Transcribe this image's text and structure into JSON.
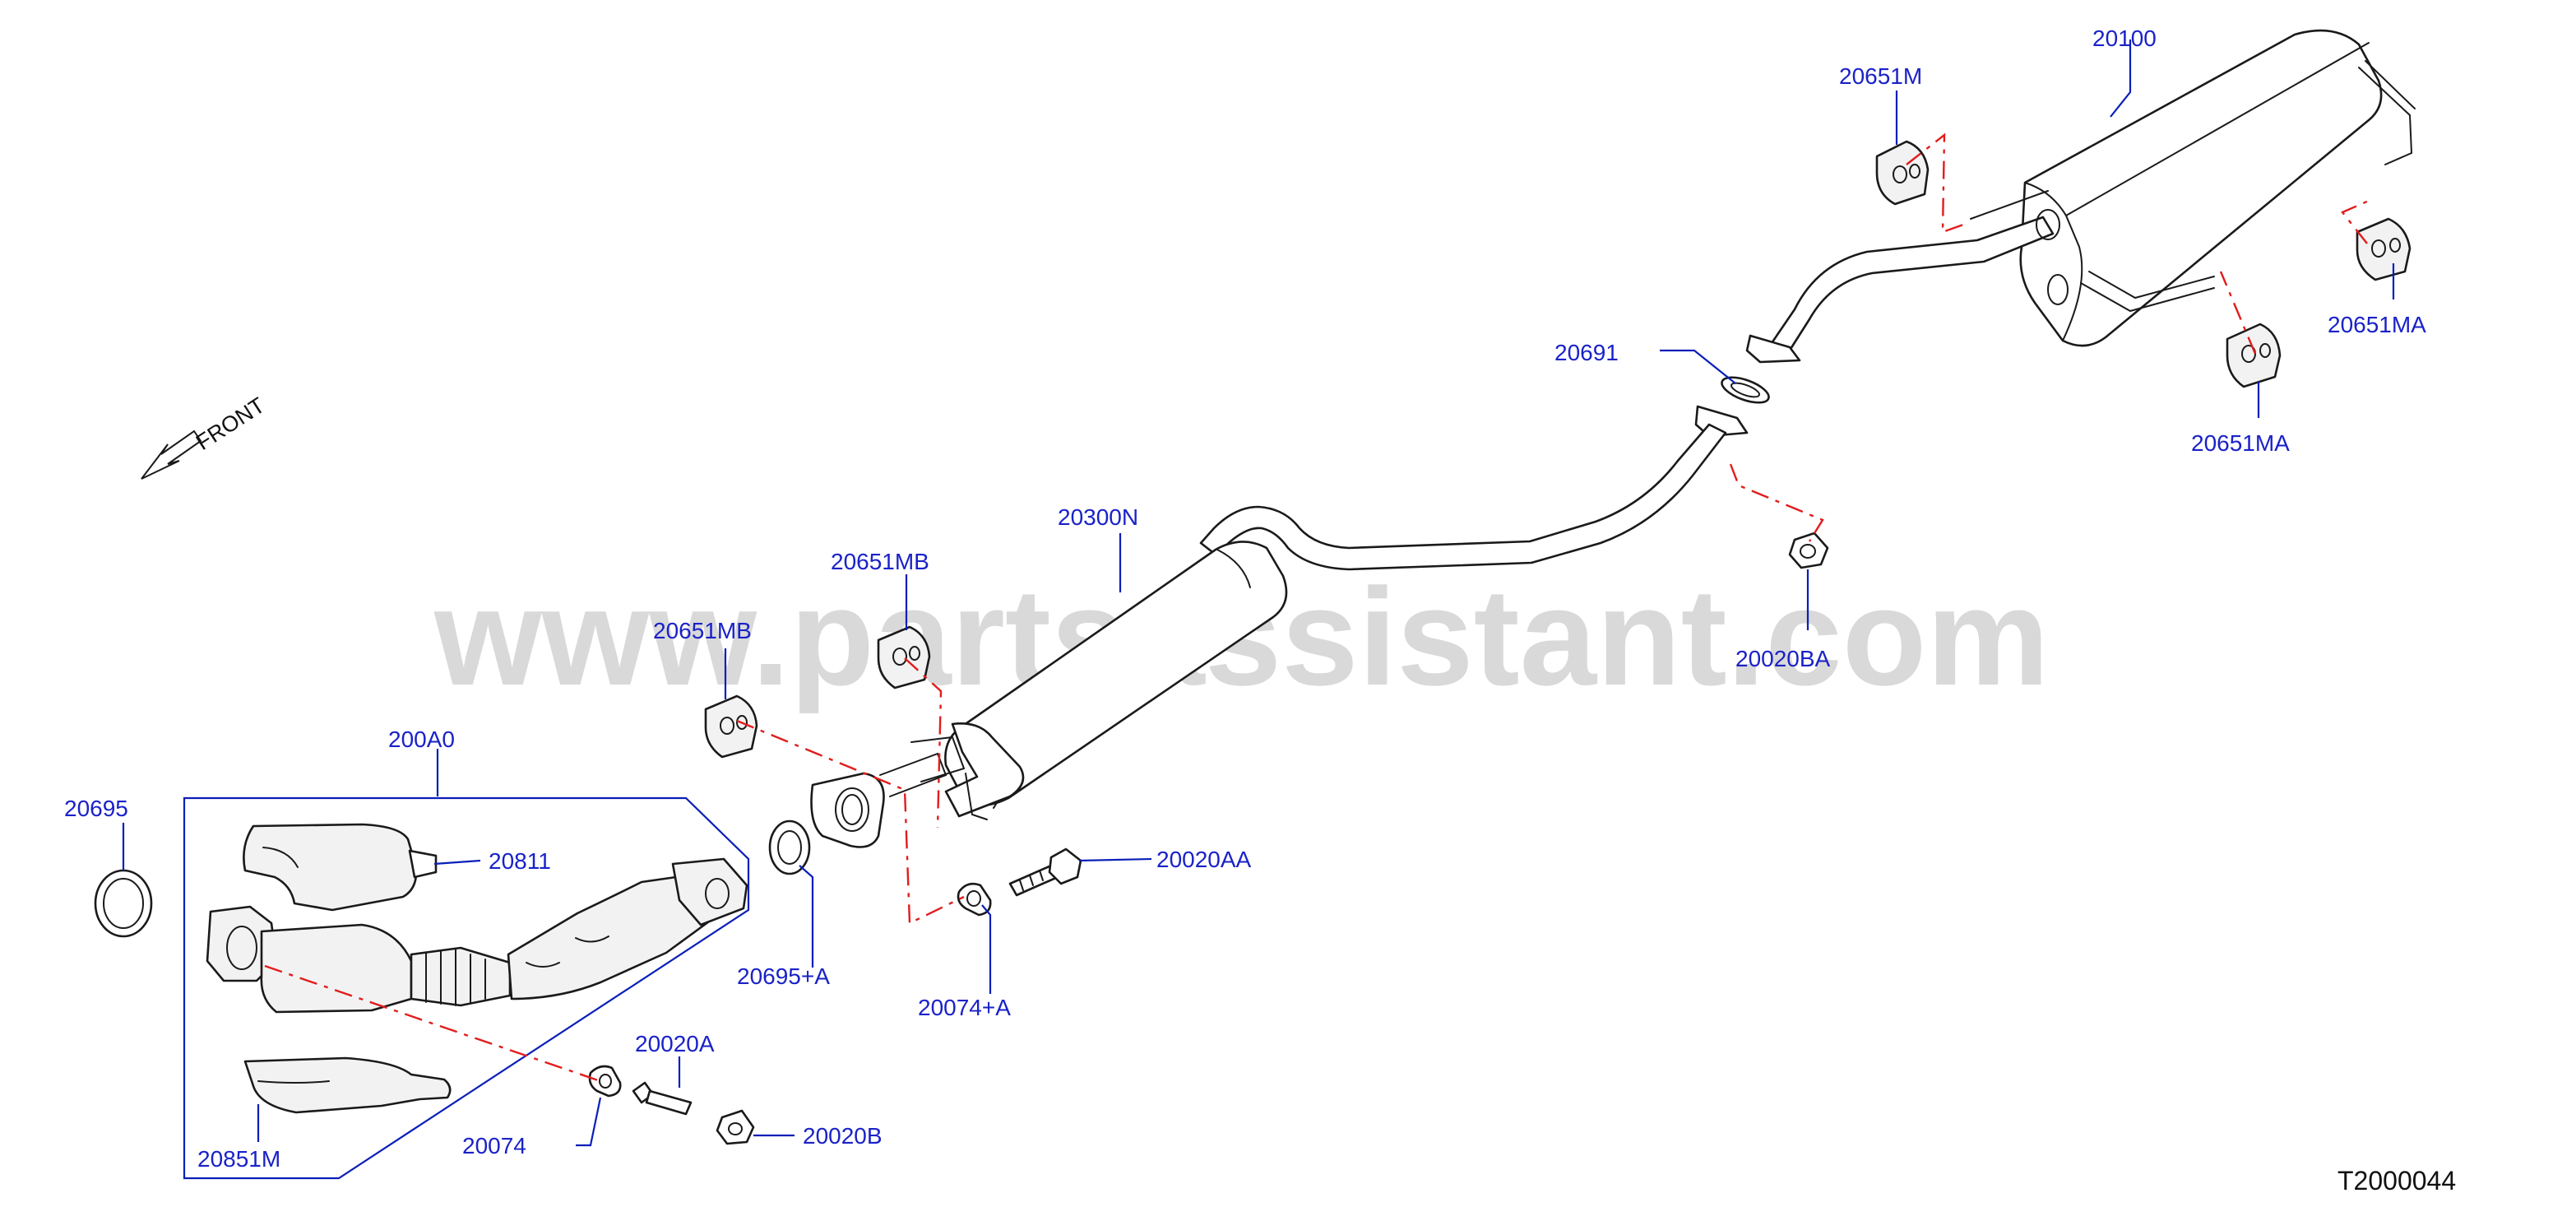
{
  "watermark": "www.partsassistant.com",
  "diagram_code": "T2000044",
  "direction_label": "FRONT",
  "labels": {
    "p20100": "20100",
    "p20651M": "20651M",
    "p20651MA_right": "20651MA",
    "p20651MA_bottom": "20651MA",
    "p20691": "20691",
    "p20020BA": "20020BA",
    "p20300N": "20300N",
    "p20651MB_upper": "20651MB",
    "p20651MB_lower": "20651MB",
    "p200A0": "200A0",
    "p20695": "20695",
    "p20811": "20811",
    "p20695A": "20695+A",
    "p20020AA": "20020AA",
    "p20074A": "20074+A",
    "p20020A": "20020A",
    "p20074": "20074",
    "p20020B": "20020B",
    "p20851M": "20851M"
  },
  "colors": {
    "callout_text": "#1a22c8",
    "leader_line": "#0a1fb8",
    "centerline": "#e21c1c",
    "part_outline": "#1a1a1a",
    "watermark": "#b9b9b9"
  }
}
